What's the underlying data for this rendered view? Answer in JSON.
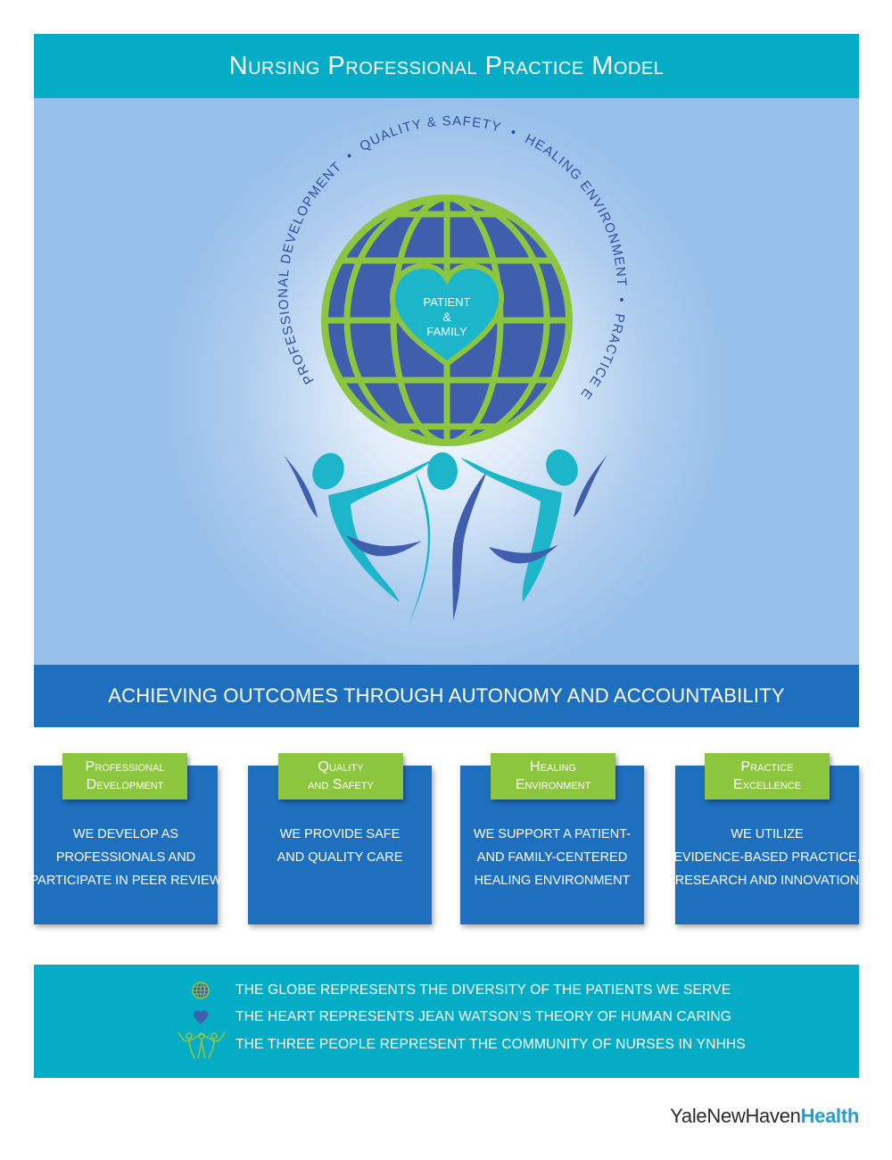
{
  "title": "Nursing Professional Practice Model",
  "ring_text": {
    "left": "PROFESSIONAL DEVELOPMENT",
    "top_left": "QUALITY & SAFETY",
    "top_right": "HEALING ENVIRONMENT",
    "right": "PRACTICE EXCELLENCE",
    "separator": "•"
  },
  "heart": {
    "line1": "PATIENT",
    "line2": "&",
    "line3": "FAMILY"
  },
  "subtitle": "ACHIEVING OUTCOMES THROUGH AUTONOMY AND ACCOUNTABILITY",
  "pillars": [
    {
      "tag_line1": "Professional",
      "tag_line2": "Development",
      "text_line1": "WE DEVELOP AS",
      "text_line2": "PROFESSIONALS AND",
      "text_line3": "PARTICIPATE IN PEER REVIEW"
    },
    {
      "tag_line1": "Quality",
      "tag_line2": "and Safety",
      "text_line1": "WE PROVIDE SAFE",
      "text_line2": "AND QUALITY CARE",
      "text_line3": ""
    },
    {
      "tag_line1": "Healing",
      "tag_line2": "Environment",
      "text_line1": "WE SUPPORT A PATIENT-",
      "text_line2": "AND FAMILY-CENTERED",
      "text_line3": "HEALING ENVIRONMENT"
    },
    {
      "tag_line1": "Practice",
      "tag_line2": "Excellence",
      "text_line1": "WE UTILIZE",
      "text_line2": "EVIDENCE-BASED PRACTICE,",
      "text_line3": "RESEARCH AND INNOVATION"
    }
  ],
  "legend": [
    {
      "icon": "globe-icon",
      "text": "THE GLOBE REPRESENTS THE DIVERSITY OF THE PATIENTS WE SERVE"
    },
    {
      "icon": "heart-icon",
      "text": "THE HEART REPRESENTS JEAN WATSON’S THEORY OF HUMAN CARING"
    },
    {
      "icon": "people-icon",
      "text": "THE THREE PEOPLE REPRESENT THE COMMUNITY OF NURSES IN YNHHS"
    }
  ],
  "logo": {
    "light": "YaleNewHaven",
    "bold": "Health"
  },
  "colors": {
    "teal": "#05acc6",
    "blue": "#1f6fbf",
    "globe_blue": "#3f5fae",
    "green": "#8cc63f",
    "heart_teal": "#1db5c9",
    "ring_text": "#2f4f9f"
  }
}
